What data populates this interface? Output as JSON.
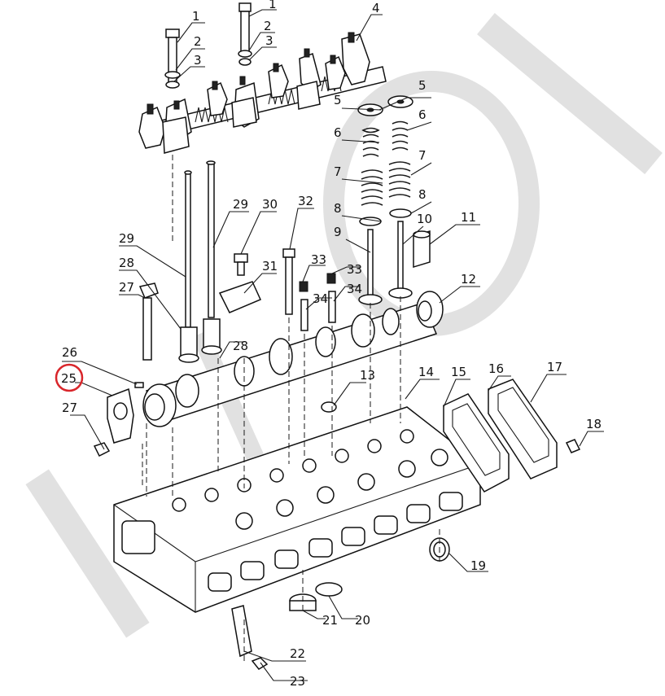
{
  "diagram": {
    "type": "exploded parts diagram",
    "subject": "engine cylinder head and valve train",
    "highlight_color": "#d9262b",
    "highlighted_callout": "25",
    "callouts": [
      {
        "id": "c1a",
        "num": "1"
      },
      {
        "id": "c1b",
        "num": "1"
      },
      {
        "id": "c2a",
        "num": "2"
      },
      {
        "id": "c2b",
        "num": "2"
      },
      {
        "id": "c3a",
        "num": "3"
      },
      {
        "id": "c3b",
        "num": "3"
      },
      {
        "id": "c4",
        "num": "4"
      },
      {
        "id": "c5a",
        "num": "5"
      },
      {
        "id": "c5b",
        "num": "5"
      },
      {
        "id": "c6a",
        "num": "6"
      },
      {
        "id": "c6b",
        "num": "6"
      },
      {
        "id": "c7a",
        "num": "7"
      },
      {
        "id": "c7b",
        "num": "7"
      },
      {
        "id": "c8a",
        "num": "8"
      },
      {
        "id": "c8b",
        "num": "8"
      },
      {
        "id": "c9",
        "num": "9"
      },
      {
        "id": "c10",
        "num": "10"
      },
      {
        "id": "c11",
        "num": "11"
      },
      {
        "id": "c12",
        "num": "12"
      },
      {
        "id": "c13",
        "num": "13"
      },
      {
        "id": "c14",
        "num": "14"
      },
      {
        "id": "c15",
        "num": "15"
      },
      {
        "id": "c16",
        "num": "16"
      },
      {
        "id": "c17",
        "num": "17"
      },
      {
        "id": "c18",
        "num": "18"
      },
      {
        "id": "c19",
        "num": "19"
      },
      {
        "id": "c20",
        "num": "20"
      },
      {
        "id": "c21",
        "num": "21"
      },
      {
        "id": "c22",
        "num": "22"
      },
      {
        "id": "c23",
        "num": "23"
      },
      {
        "id": "c25",
        "num": "25"
      },
      {
        "id": "c26",
        "num": "26"
      },
      {
        "id": "c27a",
        "num": "27"
      },
      {
        "id": "c27b",
        "num": "27"
      },
      {
        "id": "c28a",
        "num": "28"
      },
      {
        "id": "c28b",
        "num": "28"
      },
      {
        "id": "c29a",
        "num": "29"
      },
      {
        "id": "c29b",
        "num": "29"
      },
      {
        "id": "c30",
        "num": "30"
      },
      {
        "id": "c31",
        "num": "31"
      },
      {
        "id": "c32",
        "num": "32"
      },
      {
        "id": "c33a",
        "num": "33"
      },
      {
        "id": "c33b",
        "num": "33"
      },
      {
        "id": "c34a",
        "num": "34"
      },
      {
        "id": "c34b",
        "num": "34"
      }
    ]
  }
}
